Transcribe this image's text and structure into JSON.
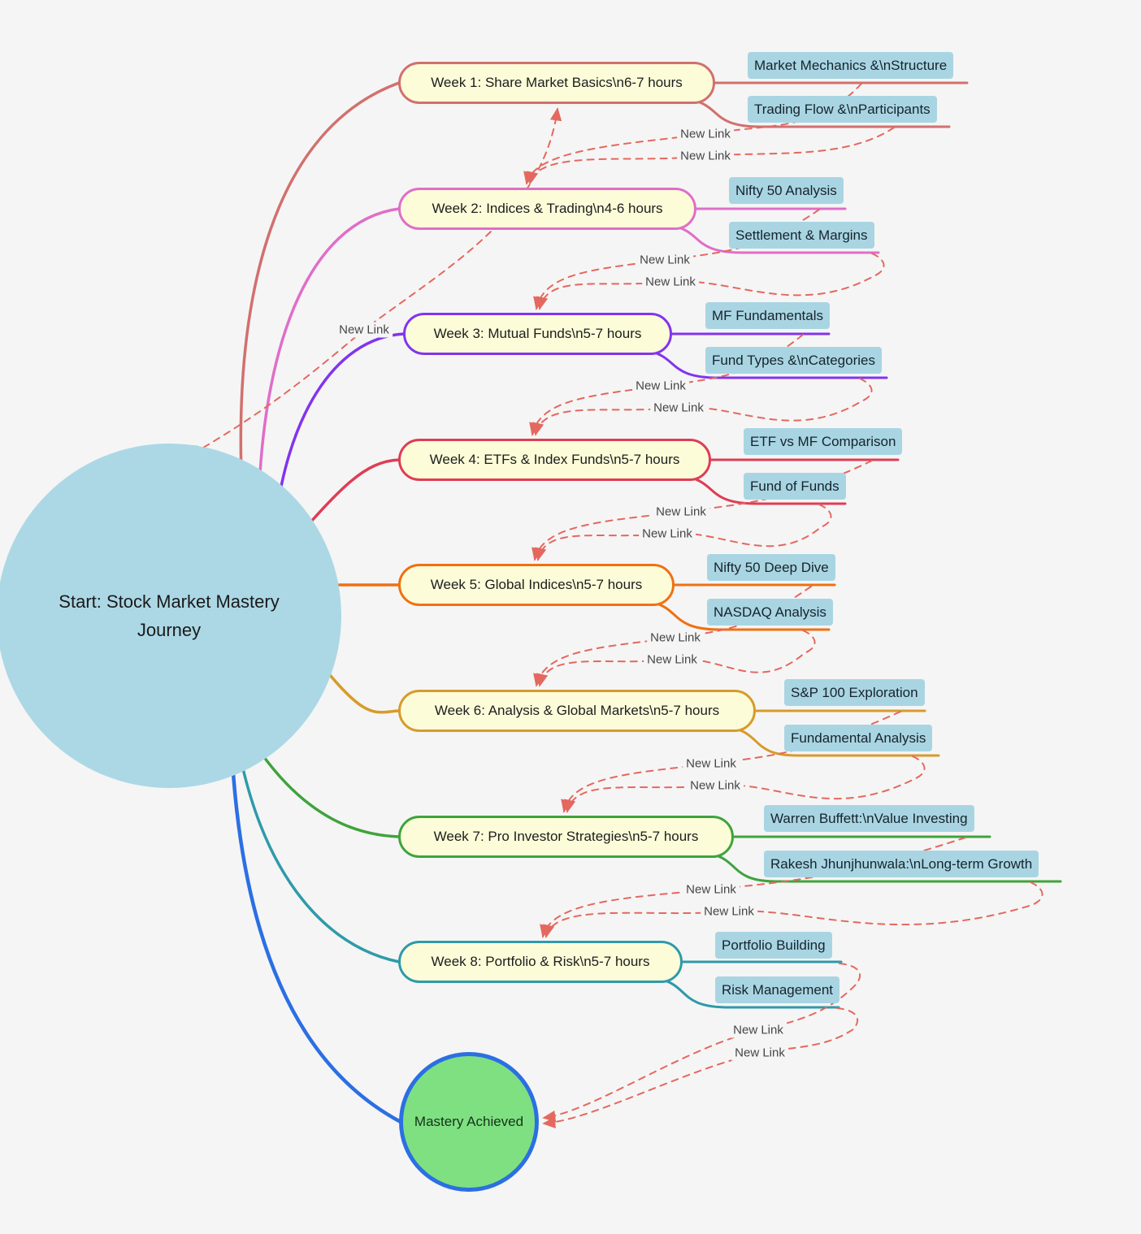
{
  "root": {
    "label": "Start: Stock Market Mastery Journey"
  },
  "final": {
    "label": "Mastery Achieved"
  },
  "link_label": "New Link",
  "weeks": [
    {
      "label": "Week 1: Share Market Basics\\n6-7 hours",
      "color": "#D1706E",
      "children": [
        {
          "label": "Market Mechanics &\\nStructure"
        },
        {
          "label": "Trading Flow &\\nParticipants"
        }
      ]
    },
    {
      "label": "Week 2: Indices & Trading\\n4-6 hours",
      "color": "#DF6EC8",
      "children": [
        {
          "label": "Nifty 50 Analysis"
        },
        {
          "label": "Settlement & Margins"
        }
      ]
    },
    {
      "label": "Week 3: Mutual Funds\\n5-7 hours",
      "color": "#8234EE",
      "children": [
        {
          "label": "MF Fundamentals"
        },
        {
          "label": "Fund Types &\\nCategories"
        }
      ]
    },
    {
      "label": "Week 4: ETFs & Index Funds\\n5-7 hours",
      "color": "#DE3D55",
      "children": [
        {
          "label": "ETF vs MF Comparison"
        },
        {
          "label": "Fund of Funds"
        }
      ]
    },
    {
      "label": "Week 5: Global Indices\\n5-7 hours",
      "color": "#EF7112",
      "children": [
        {
          "label": "Nifty 50 Deep Dive"
        },
        {
          "label": "NASDAQ Analysis"
        }
      ]
    },
    {
      "label": "Week 6: Analysis & Global Markets\\n5-7 hours",
      "color": "#D79B2A",
      "children": [
        {
          "label": "S&P 100 Exploration"
        },
        {
          "label": "Fundamental Analysis"
        }
      ]
    },
    {
      "label": "Week 7: Pro Investor Strategies\\n5-7 hours",
      "color": "#3FA33C",
      "children": [
        {
          "label": "Warren Buffett:\\nValue Investing"
        },
        {
          "label": "Rakesh Jhunjhunwala:\\nLong-term Growth"
        }
      ]
    },
    {
      "label": "Week 8: Portfolio & Risk\\n5-7 hours",
      "color": "#2E9AA9",
      "children": [
        {
          "label": "Portfolio Building"
        },
        {
          "label": "Risk Management"
        }
      ]
    }
  ],
  "colors": {
    "bg": "#F5F5F5",
    "root_fill": "#ACD8E6",
    "child_bg": "#A9D5E3",
    "node_fill": "#FCFCD9",
    "node_text": "#1D1D1D",
    "link": "#E4685F",
    "link_text": "#454545",
    "final_fill": "#7FE081",
    "final_border": "#2B6FE3"
  }
}
